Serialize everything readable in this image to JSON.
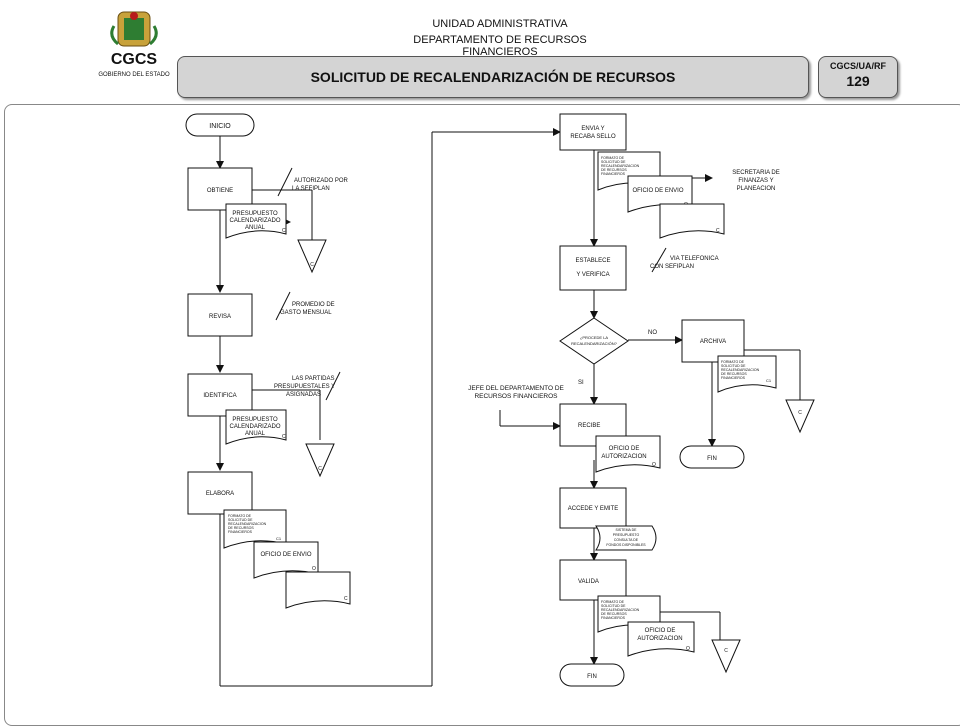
{
  "header": {
    "line1": "UNIDAD ADMINISTRATIVA",
    "line2": "DEPARTAMENTO DE RECURSOS FINANCIEROS",
    "title": "SOLICITUD DE RECALENDARIZACIÓN DE RECURSOS",
    "code": "CGCS/UA/RF",
    "page": "129"
  },
  "logo": {
    "text": "CGCS",
    "subtext": "GOBIERNO DEL ESTADO"
  },
  "flow": {
    "inicio": "INICIO",
    "obtiene": "OBTIENE",
    "autorizado": [
      "AUTORIZADO POR",
      "LA SEFIPLAN"
    ],
    "presupuesto1": [
      "PRESUPUESTO",
      "CALENDARIZADO",
      "ANUAL"
    ],
    "c_label": "C",
    "o_label": "O",
    "revisa": "REVISA",
    "promedio": [
      "PROMEDIO DE",
      "GASTO MENSUAL"
    ],
    "identifica": "IDENTIFICA",
    "partidas": [
      "LAS PARTIDAS",
      "PRESUPUESTALES Y",
      "ASIGNADAS"
    ],
    "presupuesto2": [
      "PRESUPUESTO",
      "CALENDARIZADO",
      "ANUAL"
    ],
    "elabora": "ELABORA",
    "formato_small": [
      "FORMATO DE",
      "SOLICITUD DE",
      "RECALENDARIZACION",
      "DE RECURSOS",
      "FINANCIEROS"
    ],
    "oficio_envio": "OFICIO DE ENVIO",
    "envia": [
      "ENVIA Y",
      "RECABA SELLO"
    ],
    "secretaria": [
      "SECRETARIA DE",
      "FINANZAS Y",
      "PLANEACION"
    ],
    "establece": [
      "ESTABLECE",
      "Y VERIFICA"
    ],
    "via": [
      "VIA TELEFONICA",
      "CON SEFIPLAN"
    ],
    "decision": [
      "¿PROCEDE LA",
      "RECALENDARIZACIÓN?"
    ],
    "no": "NO",
    "si": "SI",
    "archiva": "ARCHIVA",
    "fin": "FIN",
    "jefe": [
      "JEFE DEL DEPARTAMENTO DE",
      "RECURSOS FINANCIEROS"
    ],
    "recibe": "RECIBE",
    "oficio_autorizacion": [
      "OFICIO DE",
      "AUTORIZACION"
    ],
    "accede": "ACCEDE Y EMITE",
    "sistema": [
      "SISTEMA DE",
      "PRESUPUESTO",
      "CONSULTA DE",
      "FONDOS DISPONIBLES"
    ],
    "valida": "VALIDA",
    "copy_small": "C1"
  }
}
